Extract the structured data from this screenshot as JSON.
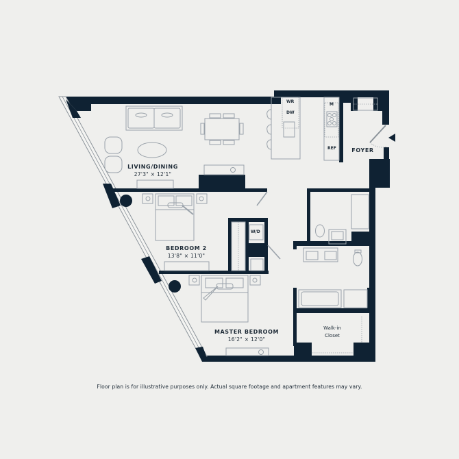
{
  "rooms": {
    "living_dining": {
      "name": "LIVING/DINING",
      "dimensions": "27'3\" × 12'1\""
    },
    "bedroom2": {
      "name": "BEDROOM 2",
      "dimensions": "13'8\" × 11'0\""
    },
    "master_bedroom": {
      "name": "MASTER BEDROOM",
      "dimensions": "16'2\" × 12'0\""
    },
    "foyer": {
      "name": "FOYER"
    },
    "walk_in_closet": {
      "name_line1": "Walk-in",
      "name_line2": "Closet"
    }
  },
  "appliances": {
    "wine_refrigerator": "WR",
    "dishwasher": "DW",
    "microwave": "M",
    "refrigerator": "REF",
    "washer_dryer": "W/D"
  },
  "entry": {
    "icon": "entry-arrow-icon"
  },
  "disclaimer": "Floor plan is for illustrative purposes only. Actual square footage and apartment features may vary.",
  "colors": {
    "wall": "#0f2233",
    "background": "#efefed",
    "fixture_line": "#9aa2aa"
  }
}
